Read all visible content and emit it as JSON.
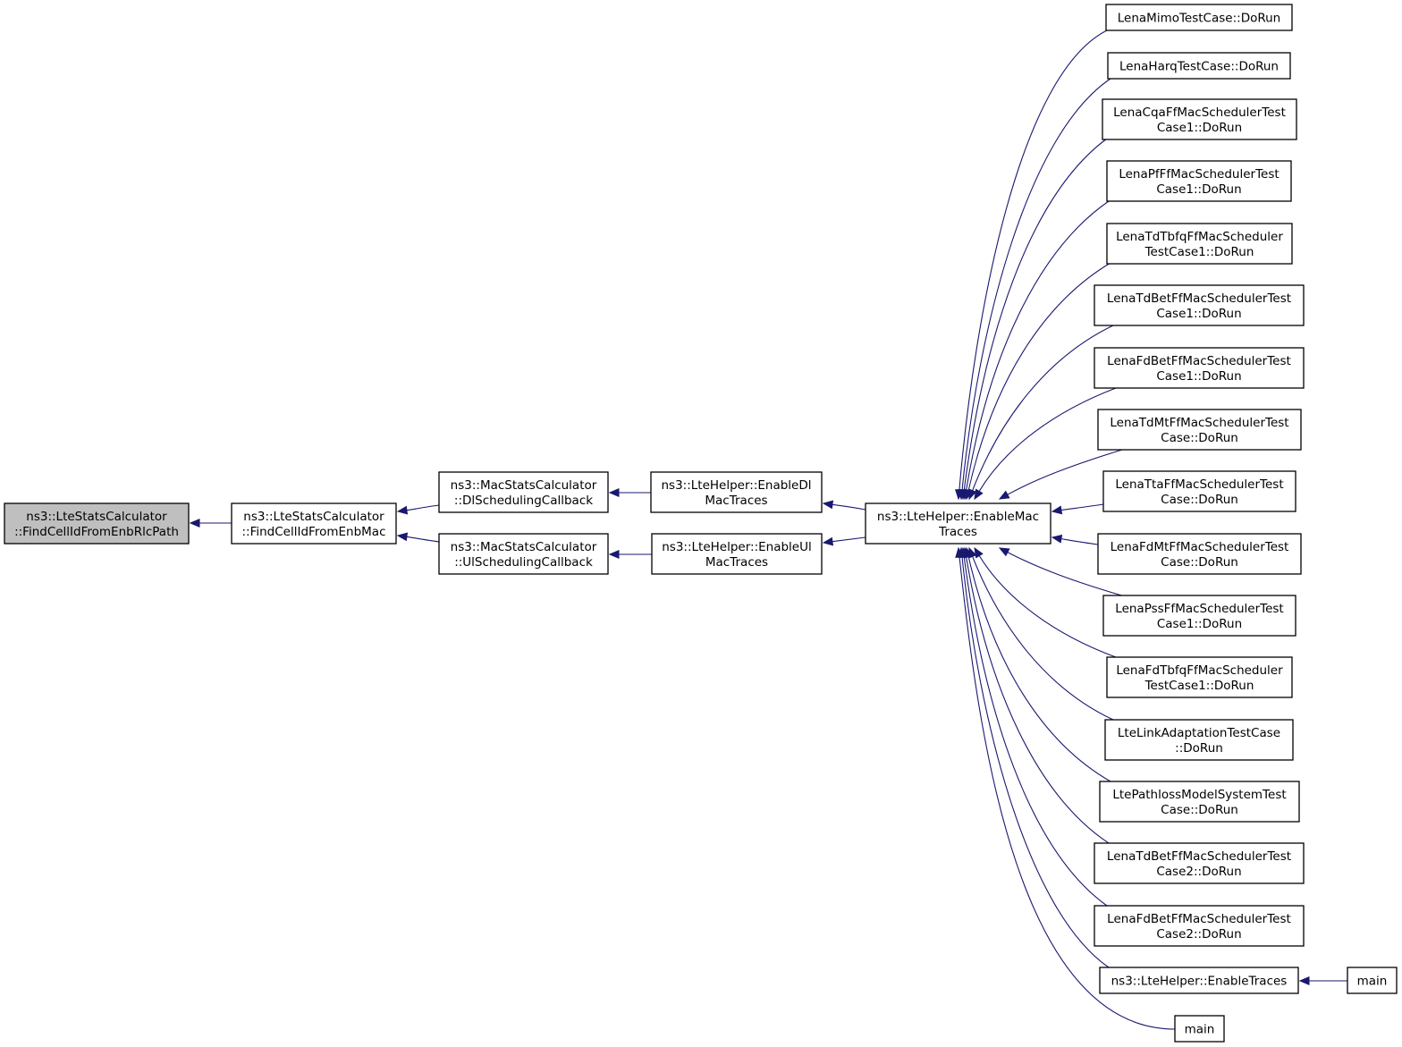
{
  "colors": {
    "edge": "#191970",
    "focus_fill": "#bfbfbf",
    "node_fill": "#ffffff",
    "node_stroke": "#000000"
  },
  "nodes": [
    {
      "id": "n0",
      "lines": [
        "ns3::LteStatsCalculator",
        "::FindCellIdFromEnbRlcPath"
      ],
      "focus": true
    },
    {
      "id": "n1",
      "lines": [
        "ns3::LteStatsCalculator",
        "::FindCellIdFromEnbMac"
      ]
    },
    {
      "id": "n2",
      "lines": [
        "ns3::MacStatsCalculator",
        "::DlSchedulingCallback"
      ]
    },
    {
      "id": "n3",
      "lines": [
        "ns3::MacStatsCalculator",
        "::UlSchedulingCallback"
      ]
    },
    {
      "id": "n4",
      "lines": [
        "ns3::LteHelper::EnableDl",
        "MacTraces"
      ]
    },
    {
      "id": "n5",
      "lines": [
        "ns3::LteHelper::EnableUl",
        "MacTraces"
      ]
    },
    {
      "id": "n6",
      "lines": [
        "ns3::LteHelper::EnableMac",
        "Traces"
      ]
    },
    {
      "id": "r0",
      "lines": [
        "LenaMimoTestCase::DoRun"
      ]
    },
    {
      "id": "r1",
      "lines": [
        "LenaHarqTestCase::DoRun"
      ]
    },
    {
      "id": "r2",
      "lines": [
        "LenaCqaFfMacSchedulerTest",
        "Case1::DoRun"
      ]
    },
    {
      "id": "r3",
      "lines": [
        "LenaPfFfMacSchedulerTest",
        "Case1::DoRun"
      ]
    },
    {
      "id": "r4",
      "lines": [
        "LenaTdTbfqFfMacScheduler",
        "TestCase1::DoRun"
      ]
    },
    {
      "id": "r5",
      "lines": [
        "LenaTdBetFfMacSchedulerTest",
        "Case1::DoRun"
      ]
    },
    {
      "id": "r6",
      "lines": [
        "LenaFdBetFfMacSchedulerTest",
        "Case1::DoRun"
      ]
    },
    {
      "id": "r7",
      "lines": [
        "LenaTdMtFfMacSchedulerTest",
        "Case::DoRun"
      ]
    },
    {
      "id": "r8",
      "lines": [
        "LenaTtaFfMacSchedulerTest",
        "Case::DoRun"
      ]
    },
    {
      "id": "r9",
      "lines": [
        "LenaFdMtFfMacSchedulerTest",
        "Case::DoRun"
      ]
    },
    {
      "id": "r10",
      "lines": [
        "LenaPssFfMacSchedulerTest",
        "Case1::DoRun"
      ]
    },
    {
      "id": "r11",
      "lines": [
        "LenaFdTbfqFfMacScheduler",
        "TestCase1::DoRun"
      ]
    },
    {
      "id": "r12",
      "lines": [
        "LteLinkAdaptationTestCase",
        "::DoRun"
      ]
    },
    {
      "id": "r13",
      "lines": [
        "LtePathlossModelSystemTest",
        "Case::DoRun"
      ]
    },
    {
      "id": "r14",
      "lines": [
        "LenaTdBetFfMacSchedulerTest",
        "Case2::DoRun"
      ]
    },
    {
      "id": "r15",
      "lines": [
        "LenaFdBetFfMacSchedulerTest",
        "Case2::DoRun"
      ]
    },
    {
      "id": "r16",
      "lines": [
        "ns3::LteHelper::EnableTraces"
      ]
    },
    {
      "id": "r17",
      "lines": [
        "main"
      ]
    },
    {
      "id": "m2",
      "lines": [
        "main"
      ]
    }
  ],
  "edges": [
    {
      "from": "n1",
      "to": "n0"
    },
    {
      "from": "n2",
      "to": "n1"
    },
    {
      "from": "n3",
      "to": "n1"
    },
    {
      "from": "n4",
      "to": "n2"
    },
    {
      "from": "n5",
      "to": "n3"
    },
    {
      "from": "n6",
      "to": "n4"
    },
    {
      "from": "n6",
      "to": "n5"
    },
    {
      "from": "r0",
      "to": "n6"
    },
    {
      "from": "r1",
      "to": "n6"
    },
    {
      "from": "r2",
      "to": "n6"
    },
    {
      "from": "r3",
      "to": "n6"
    },
    {
      "from": "r4",
      "to": "n6"
    },
    {
      "from": "r5",
      "to": "n6"
    },
    {
      "from": "r6",
      "to": "n6"
    },
    {
      "from": "r7",
      "to": "n6"
    },
    {
      "from": "r8",
      "to": "n6"
    },
    {
      "from": "r9",
      "to": "n6"
    },
    {
      "from": "r10",
      "to": "n6"
    },
    {
      "from": "r11",
      "to": "n6"
    },
    {
      "from": "r12",
      "to": "n6"
    },
    {
      "from": "r13",
      "to": "n6"
    },
    {
      "from": "r14",
      "to": "n6"
    },
    {
      "from": "r15",
      "to": "n6"
    },
    {
      "from": "r16",
      "to": "n6"
    },
    {
      "from": "r17",
      "to": "n6"
    },
    {
      "from": "m2",
      "to": "r16"
    }
  ]
}
